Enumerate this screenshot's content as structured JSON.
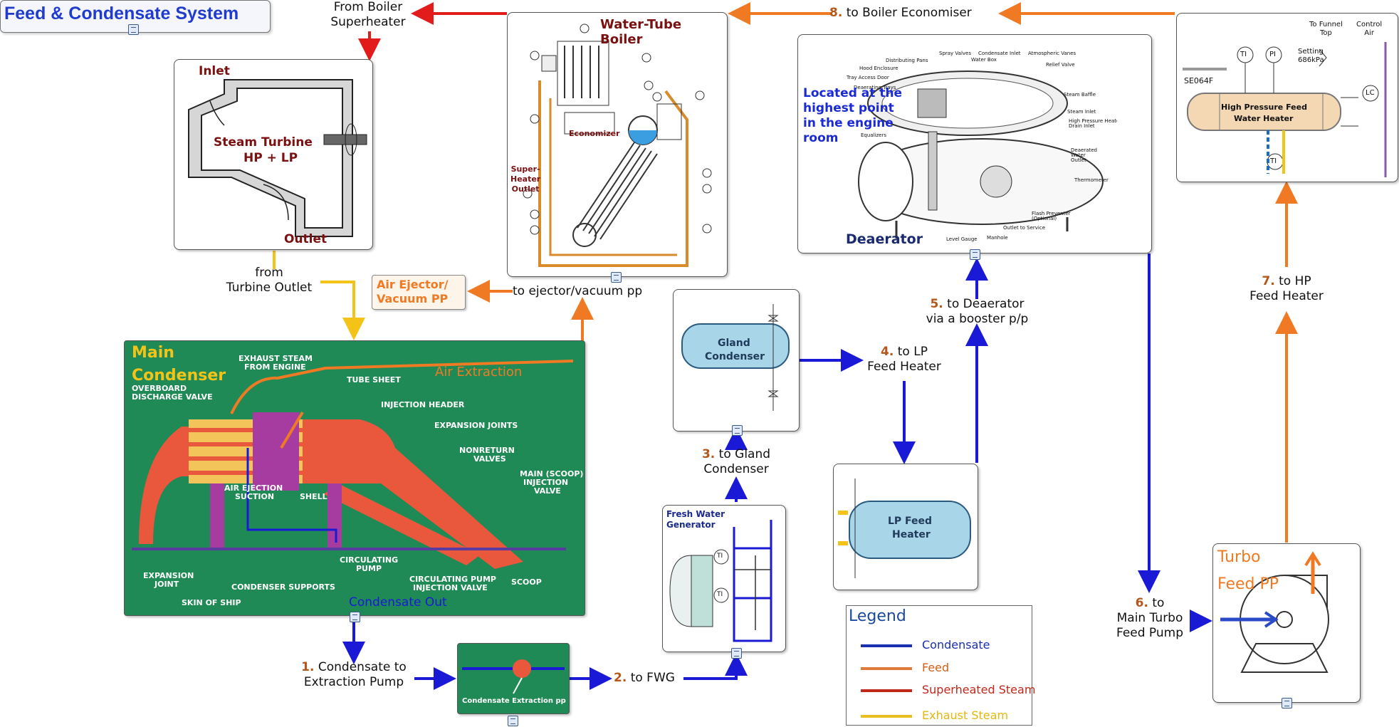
{
  "title": "Feed & Condensate System",
  "colors": {
    "condensate": "#1a1ad6",
    "feed": "#f07a23",
    "superheated_steam": "#e21b1b",
    "exhaust_steam": "#f4c318",
    "condenser_bg": "#1f8a55"
  },
  "boiler": {
    "title": "Water-Tube Boiler",
    "economizer": "Economizer",
    "superheater_outlet": "Super-\nHeater\nOutlet"
  },
  "turbine": {
    "inlet": "Inlet",
    "name_line1": "Steam Turbine",
    "name_line2": "HP + LP",
    "outlet": "Outlet"
  },
  "deaerator": {
    "note": "Located at the highest point in the engine room",
    "name": "Deaerator",
    "parts": [
      "Spray Valves",
      "Condensate Inlet",
      "Atmospheric Vanes",
      "Distributing Pans",
      "Water Box",
      "Relief Valve",
      "Hood Enclosure",
      "Tray Access Door",
      "Deaerating Trays",
      "Steam Baffle",
      "Steam Inlet",
      "High Pressure Heater Drain Inlet",
      "Equalizers",
      "Deaerated Water Outlet",
      "Thermometer",
      "Flash Preventer (Optional)",
      "Outlet to Service",
      "Level Gauge",
      "Manhole"
    ]
  },
  "hp_heater": {
    "name_line1": "High Pressure Feed",
    "name_line2": "Water Heater",
    "ti": "TI",
    "pi": "PI",
    "lc": "LC",
    "valve": "SE064F",
    "setting": "Setting\n686kPa",
    "funnel": "To Funnel\nTop",
    "control_air": "Control\nAir"
  },
  "condenser": {
    "title_line1": "Main",
    "title_line2": "Condenser",
    "air_extraction": "Air Extraction",
    "condensate_out": "Condensate Out",
    "parts": [
      "EXHAUST STEAM FROM ENGINE",
      "OVERBOARD DISCHARGE VALVE",
      "TUBE SHEET",
      "INJECTION HEADER",
      "EXPANSION JOINTS",
      "NONRETURN VALVES",
      "MAIN (SCOOP) INJECTION VALVE",
      "AIR EJECTION SUCTION",
      "SHELL",
      "CIRCULATING PUMP",
      "CIRCULATING PUMP INJECTION VALVE",
      "SCOOP",
      "EXPANSION JOINT",
      "CONDENSER SUPPORTS",
      "SKIN OF SHIP"
    ]
  },
  "gland_condenser": {
    "line1": "Gland",
    "line2": "Condenser"
  },
  "lp_heater": {
    "line1": "LP Feed",
    "line2": "Heater"
  },
  "fwg": {
    "line1": "Fresh Water",
    "line2": "Generator",
    "ti": "TI"
  },
  "extraction_pump": {
    "label": "Condensate Extraction pp"
  },
  "turbo_pump": {
    "line1": "Turbo",
    "line2": "Feed PP"
  },
  "air_ejector": {
    "line1": "Air Ejector/",
    "line2": "Vacuum PP"
  },
  "labels": {
    "from_boiler_sh_1": "From Boiler",
    "from_boiler_sh_2": "Superheater",
    "step8_num": "8.",
    "step8_text": "to Boiler Economiser",
    "from_turbine_1": "from",
    "from_turbine_2": "Turbine Outlet",
    "to_ejector": "to ejector/vacuum pp",
    "step1_num": "1.",
    "step1_text_1": "Condensate to",
    "step1_text_2": "Extraction Pump",
    "step2_num": "2.",
    "step2_text": "to FWG",
    "step3_num": "3.",
    "step3_text_1": "to Gland",
    "step3_text_2": "Condenser",
    "step4_num": "4.",
    "step4_text_1": "to LP",
    "step4_text_2": "Feed Heater",
    "step5_num": "5.",
    "step5_text_1": "to Deaerator",
    "step5_text_2": "via a booster p/p",
    "step6_num": "6.",
    "step6_text_1": "to",
    "step6_text_2": "Main Turbo",
    "step6_text_3": "Feed Pump",
    "step7_num": "7.",
    "step7_text_1": "to HP",
    "step7_text_2": "Feed Heater"
  },
  "legend": {
    "title": "Legend",
    "items": [
      {
        "label": "Condensate",
        "color": "#1a2fb0",
        "text_color": "#1a2fb0"
      },
      {
        "label": "Feed",
        "color": "#e07a3a",
        "text_color": "#d0601a"
      },
      {
        "label": "Superheated Steam",
        "color": "#c0281b",
        "text_color": "#c0281b"
      },
      {
        "label": "Exhaust Steam",
        "color": "#e8c020",
        "text_color": "#e0b810"
      }
    ]
  }
}
